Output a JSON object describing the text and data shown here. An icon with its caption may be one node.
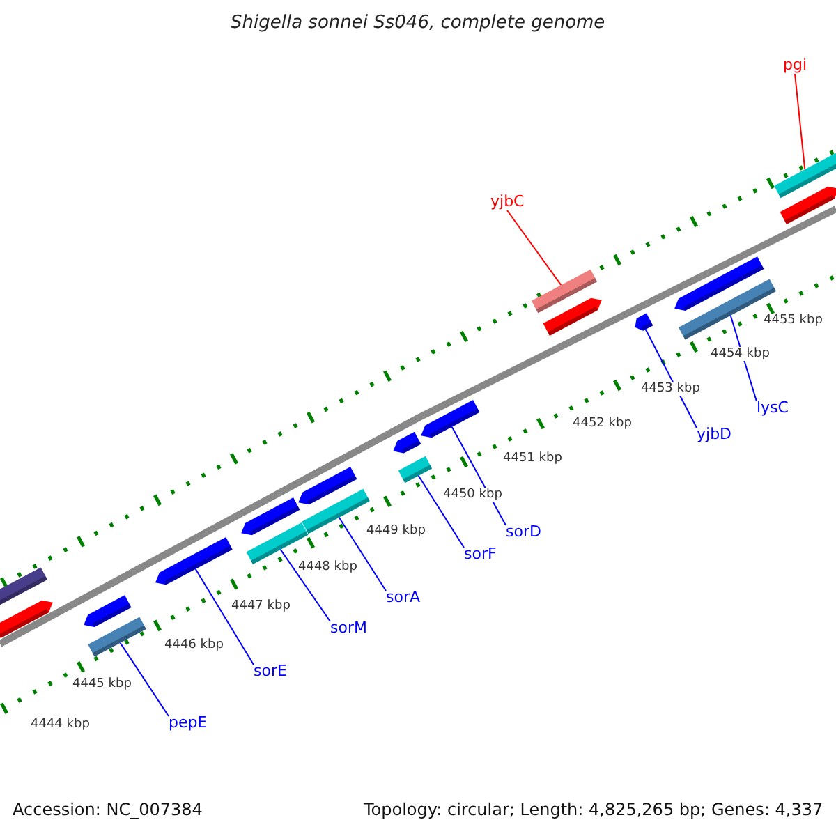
{
  "diagram": {
    "title": "Shigella sonnei Ss046, complete genome",
    "nodes": [
      {
        "text": [
          "pgi"
        ]
      },
      {
        "text": [],
        "shape": "bar"
      },
      {
        "text": [
          "yjbC"
        ]
      },
      {
        "text": [],
        "shape": "bar"
      },
      {
        "text": [
          "lysC"
        ]
      },
      {
        "text": [],
        "shape": "bar"
      },
      {
        "text": [
          "yjbD"
        ]
      },
      {
        "text": [],
        "shape": "arrow"
      },
      {
        "text": [
          "sorD"
        ]
      },
      {
        "text": [],
        "shape": "arrow"
      },
      {
        "text": [
          "sorF"
        ]
      },
      {
        "text": [],
        "shape": "bar"
      },
      {
        "text": [
          "sorA"
        ]
      },
      {
        "text": [],
        "shape": "bar"
      },
      {
        "text": [
          "sorM"
        ]
      },
      {
        "text": [],
        "shape": "bar"
      },
      {
        "text": [
          "sorE"
        ]
      },
      {
        "text": [],
        "shape": "arrow"
      },
      {
        "text": [
          "pepE"
        ]
      },
      {
        "text": [],
        "shape": "bar"
      },
      {
        "text": [],
        "shape": "bar"
      },
      {
        "text": [],
        "shape": "arrow"
      },
      {
        "text": [],
        "shape": "arrow"
      },
      {
        "text": [],
        "shape": "arrow"
      },
      {
        "text": [],
        "shape": "arrow"
      },
      {
        "text": [],
        "shape": "arrow"
      },
      {
        "text": [],
        "shape": "arrow"
      },
      {
        "text": [],
        "shape": "arrow"
      },
      {
        "text": [],
        "shape": "arrow"
      }
    ],
    "edges": [
      {
        "from": 0,
        "to": 1,
        "arrow": "none",
        "color": "#ff0000"
      },
      {
        "from": 2,
        "to": 3,
        "arrow": "none",
        "color": "#ff0000"
      },
      {
        "from": 4,
        "to": 5,
        "arrow": "none"
      },
      {
        "from": 6,
        "to": 7,
        "arrow": "none"
      },
      {
        "from": 8,
        "to": 9,
        "arrow": "none"
      },
      {
        "from": 10,
        "to": 11,
        "arrow": "none"
      },
      {
        "from": 12,
        "to": 13,
        "arrow": "none"
      },
      {
        "from": 14,
        "to": 15,
        "arrow": "none"
      },
      {
        "from": 16,
        "to": 17,
        "arrow": "none"
      },
      {
        "from": 18,
        "to": 19,
        "arrow": "none"
      }
    ],
    "labels": [
      "4455 kbp",
      "4454 kbp",
      "4453 kbp",
      "4452 kbp",
      "4451 kbp",
      "4450 kbp",
      "4449 kbp",
      "4448 kbp",
      "4447 kbp",
      "4446 kbp",
      "4445 kbp",
      "4444 kbp",
      "Accession: NC_007384",
      "Topology: circular; Length: 4,825,265 bp; Genes: 4,337"
    ]
  }
}
